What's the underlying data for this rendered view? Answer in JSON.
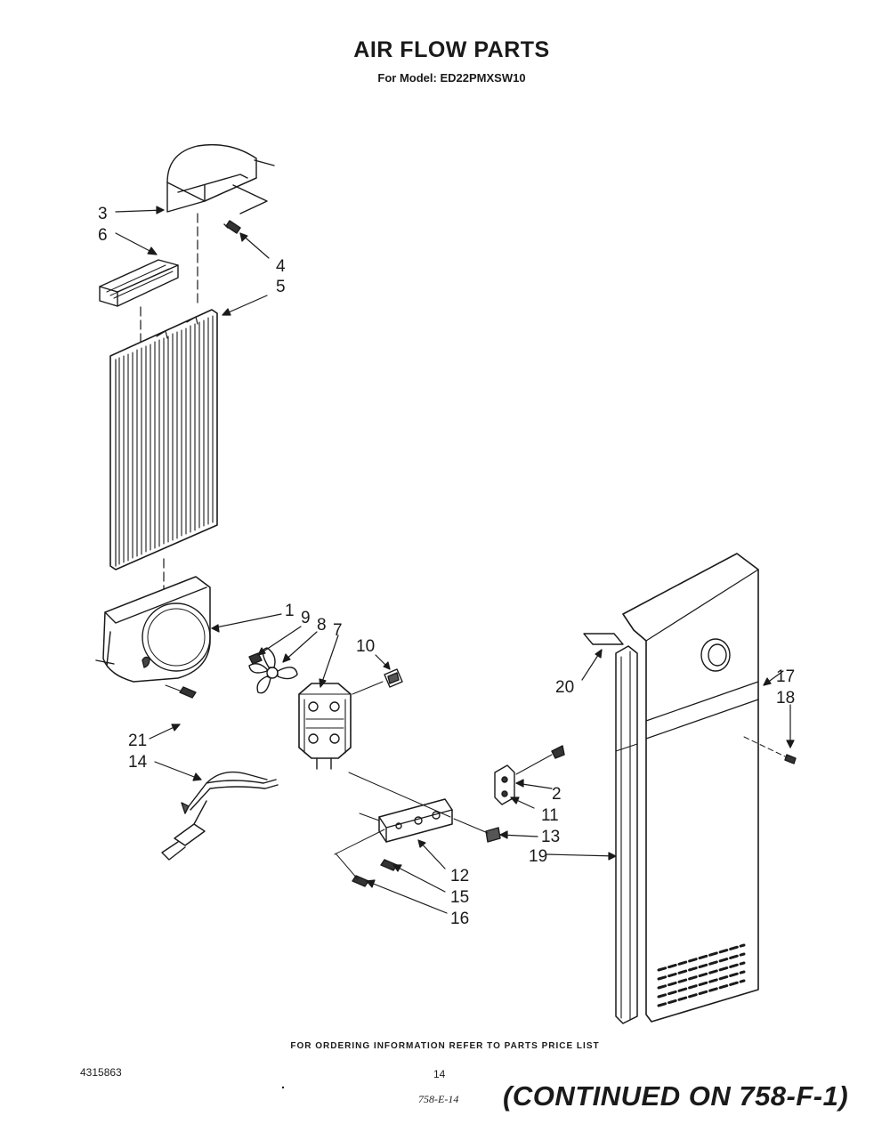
{
  "header": {
    "title": "AIR FLOW PARTS",
    "subtitle": "For Model: ED22PMXSW10"
  },
  "callouts": [
    "1",
    "2",
    "3",
    "4",
    "5",
    "6",
    "7",
    "8",
    "9",
    "10",
    "11",
    "12",
    "13",
    "14",
    "15",
    "16",
    "17",
    "18",
    "19",
    "20",
    "21"
  ],
  "footer": {
    "ordering_note": "FOR ORDERING INFORMATION REFER TO PARTS PRICE LIST",
    "document_number": "4315863",
    "page_number": "14",
    "handwritten_ref": "758-E-14",
    "continued": "(CONTINUED ON 758-F-1)"
  }
}
